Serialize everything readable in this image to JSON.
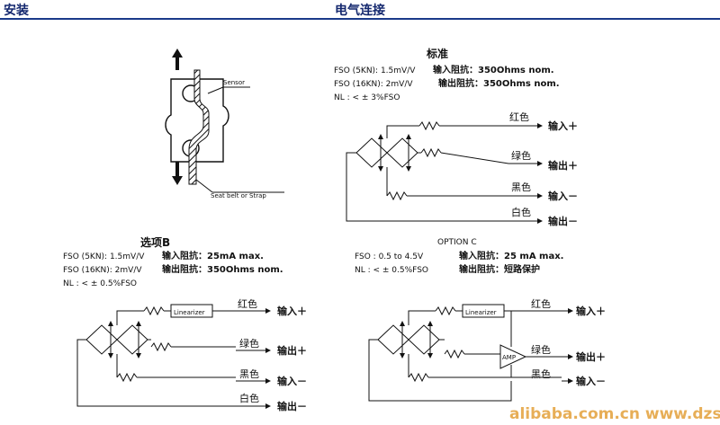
{
  "header": {
    "left_title": "安装",
    "right_title": "电气连接"
  },
  "sensor_figure": {
    "sensor_label": "Sensor",
    "belt_label": "Seat belt or Strap"
  },
  "standard": {
    "title": "标准",
    "spec_lines": [
      "FSO (5KN): 1.5mV/V",
      "FSO (16KN): 2mV/V",
      "NL : < ± 3%FSO"
    ],
    "impedance_lines": [
      "输入阻抗：350Ohms nom.",
      "输出阻抗：350Ohms nom."
    ],
    "wires": [
      {
        "color": "红色",
        "terminal": "输入＋"
      },
      {
        "color": "绿色",
        "terminal": "输出＋"
      },
      {
        "color": "黑色",
        "terminal": "输入－"
      },
      {
        "color": "白色",
        "terminal": "输出－"
      }
    ]
  },
  "option_b": {
    "title": "选项B",
    "spec_lines": [
      "FSO (5KN): 1.5mV/V",
      "FSO (16KN): 2mV/V",
      "NL : < ± 0.5%FSO"
    ],
    "impedance_lines": [
      "输入阻抗：25mA max.",
      "输出阻抗：350Ohms nom."
    ],
    "linearizer_label": "Linearizer",
    "wires": [
      {
        "color": "红色",
        "terminal": "输入＋"
      },
      {
        "color": "绿色",
        "terminal": "输出＋"
      },
      {
        "color": "黑色",
        "terminal": "输入－"
      },
      {
        "color": "白色",
        "terminal": "输出－"
      }
    ]
  },
  "option_c": {
    "title": "OPTION C",
    "spec_lines": [
      "FSO : 0.5 to 4.5V",
      "NL : < ± 0.5%FSO"
    ],
    "impedance_lines": [
      "输入阻抗：25 mA max.",
      "输出阻抗：短路保护"
    ],
    "linearizer_label": "Linearizer",
    "amp_label": "AMP",
    "wires": [
      {
        "color": "红色",
        "terminal": "输入＋"
      },
      {
        "color": "绿色",
        "terminal": "输出＋"
      },
      {
        "color": "黑色",
        "terminal": "输入－"
      }
    ]
  },
  "watermark": "alibaba.com.cn   www.dzsc.com"
}
